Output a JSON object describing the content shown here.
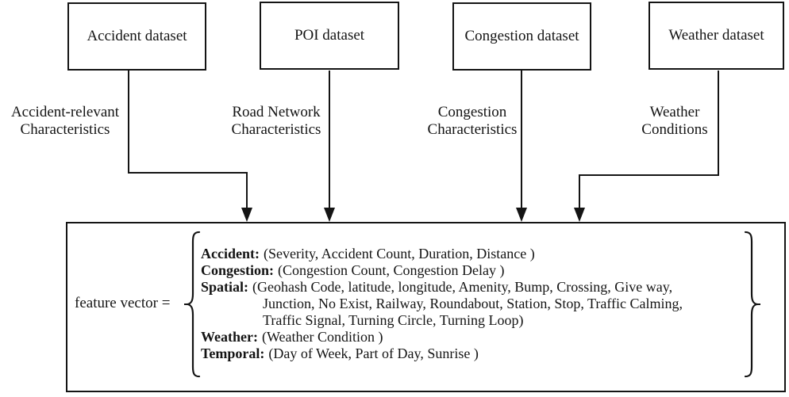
{
  "diagram": {
    "title": "feature vector construction diagram",
    "colors": {
      "line": "#141414",
      "background": "#ffffff",
      "text": "#141414"
    },
    "datasets": [
      {
        "label": "Accident dataset",
        "arrow_label": "Accident-relevant\nCharacteristics"
      },
      {
        "label": "POI dataset",
        "arrow_label": "Road Network\nCharacteristics"
      },
      {
        "label": "Congestion dataset",
        "arrow_label": "Congestion\nCharacteristics"
      },
      {
        "label": "Weather dataset",
        "arrow_label": "Weather\nConditions"
      }
    ],
    "feature_vector": {
      "label": "feature vector =",
      "entries": [
        {
          "key": "Accident:",
          "value": "(Severity, Accident Count, Duration, Distance )"
        },
        {
          "key": "Congestion:",
          "value": "(Congestion Count, Congestion Delay )"
        },
        {
          "key": "Spatial:",
          "value": "(Geohash Code, latitude, longitude, Amenity, Bump, Crossing, Give way,"
        },
        {
          "key": "",
          "value": "Junction, No Exist, Railway, Roundabout, Station, Stop, Traffic Calming,"
        },
        {
          "key": "",
          "value": "Traffic Signal, Turning Circle, Turning Loop)"
        },
        {
          "key": "Weather:",
          "value": "(Weather Condition )"
        },
        {
          "key": "Temporal:",
          "value": "(Day of Week, Part of Day, Sunrise )"
        }
      ]
    }
  }
}
